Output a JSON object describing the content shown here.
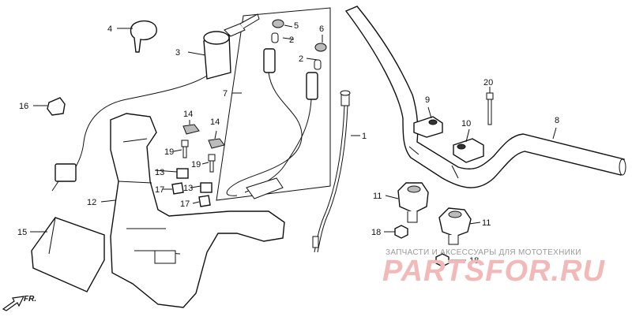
{
  "callouts": [
    {
      "id": "c1",
      "text": "1"
    },
    {
      "id": "c2a",
      "text": "2"
    },
    {
      "id": "c2b",
      "text": "2"
    },
    {
      "id": "c3",
      "text": "3"
    },
    {
      "id": "c4",
      "text": "4"
    },
    {
      "id": "c5",
      "text": "5"
    },
    {
      "id": "c6",
      "text": "6"
    },
    {
      "id": "c7",
      "text": "7"
    },
    {
      "id": "c8",
      "text": "8"
    },
    {
      "id": "c9",
      "text": "9"
    },
    {
      "id": "c10",
      "text": "10"
    },
    {
      "id": "c11a",
      "text": "11"
    },
    {
      "id": "c11b",
      "text": "11"
    },
    {
      "id": "c12",
      "text": "12"
    },
    {
      "id": "c13a",
      "text": "13"
    },
    {
      "id": "c13b",
      "text": "13"
    },
    {
      "id": "c14a",
      "text": "14"
    },
    {
      "id": "c14b",
      "text": "14"
    },
    {
      "id": "c15",
      "text": "15"
    },
    {
      "id": "c16",
      "text": "16"
    },
    {
      "id": "c17a",
      "text": "17"
    },
    {
      "id": "c17b",
      "text": "17"
    },
    {
      "id": "c18a",
      "text": "18"
    },
    {
      "id": "c18b",
      "text": "18"
    },
    {
      "id": "c19a",
      "text": "19"
    },
    {
      "id": "c19b",
      "text": "19"
    },
    {
      "id": "c20",
      "text": "20"
    }
  ],
  "direction_label": "FR.",
  "watermark": {
    "tagline": "ЗАПЧАСТИ И АКСЕССУАРЫ ДЛЯ МОТОТЕХНИКИ",
    "brand": "PARTSFOR.RU",
    "brand_color": "#f2b9b9"
  },
  "colors": {
    "line": "#111111",
    "background": "#ffffff"
  }
}
